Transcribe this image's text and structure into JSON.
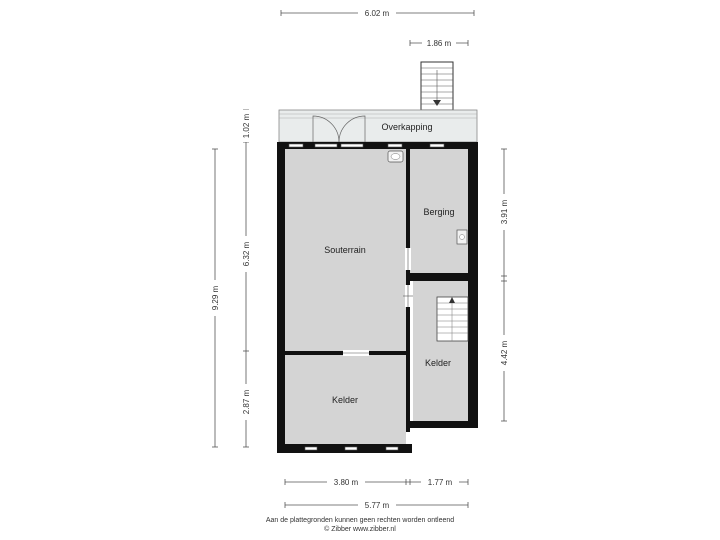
{
  "dimensions": {
    "top_total": "6.02 m",
    "top_stairs": "1.86 m",
    "left_total": "9.29 m",
    "left_overkapping": "1.02 m",
    "left_souterrain": "6.32 m",
    "left_kelder": "2.87 m",
    "right_upper": "3.91 m",
    "right_lower": "4.42 m",
    "bottom_left": "3.80 m",
    "bottom_right": "1.77 m",
    "bottom_total": "5.77 m"
  },
  "rooms": {
    "overkapping": "Overkapping",
    "souterrain": "Souterrain",
    "berging": "Berging",
    "kelder_left": "Kelder",
    "kelder_right": "Kelder"
  },
  "footer": {
    "line1": "Aan de plattegronden kunnen geen rechten worden ontleend",
    "line2": "© Zibber www.zibber.nl"
  },
  "colors": {
    "wall": "#111111",
    "floor": "#d4d4d4",
    "overkapping": "#e9ecec",
    "dimension_line": "#555555"
  }
}
